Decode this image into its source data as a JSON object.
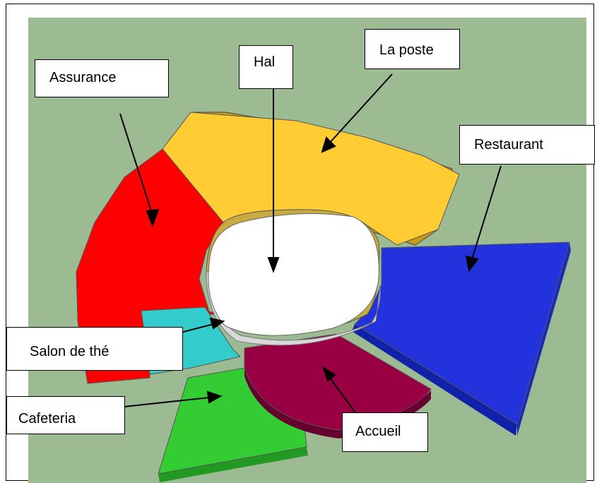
{
  "diagram": {
    "background_color": "#9dbb93",
    "zones": [
      {
        "id": "la-poste",
        "name": "La poste",
        "color": "#ffcc33"
      },
      {
        "id": "assurance",
        "name": "Assurance",
        "color": "#ff0000"
      },
      {
        "id": "hal",
        "name": "Hal",
        "color": "#ffffff"
      },
      {
        "id": "restaurant",
        "name": "Restaurant",
        "color": "#2233dd"
      },
      {
        "id": "accueil",
        "name": "Accueil",
        "color": "#990044"
      },
      {
        "id": "salon-de-the",
        "name": "Salon de thé",
        "color": "#33cccc"
      },
      {
        "id": "cafeteria",
        "name": "Cafeteria",
        "color": "#33cc33"
      }
    ],
    "labels": {
      "assurance": "Assurance",
      "hal": "Hal",
      "la_poste": "La poste",
      "restaurant": "Restaurant",
      "salon_de_the": "Salon de thé",
      "cafeteria": "Cafeteria",
      "accueil": "Accueil"
    }
  }
}
